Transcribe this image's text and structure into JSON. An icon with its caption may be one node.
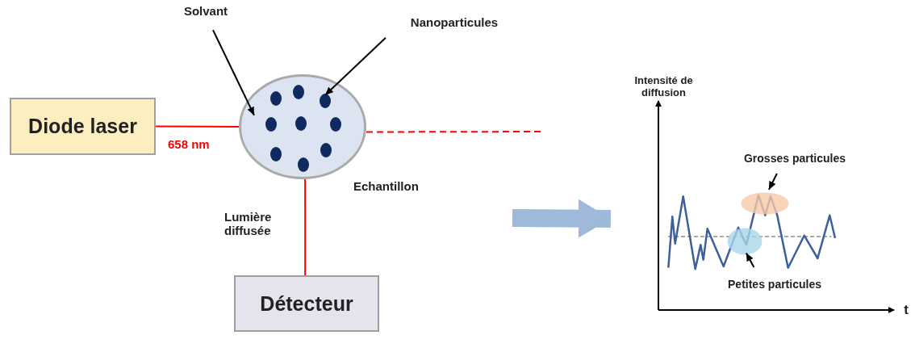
{
  "diagram": {
    "nodes": [
      {
        "text": [
          "Diode laser"
        ]
      },
      {
        "text": [],
        "shape": "ellipse",
        "beside": [
          "Echantillon"
        ]
      },
      {
        "text": [],
        "shape": "circle",
        "in": 1
      },
      {
        "text": [],
        "shape": "circle",
        "in": 1
      },
      {
        "text": [],
        "shape": "circle",
        "in": 1
      },
      {
        "text": [],
        "shape": "circle",
        "in": 1
      },
      {
        "text": [],
        "shape": "circle",
        "in": 1
      },
      {
        "text": [],
        "shape": "circle",
        "in": 1
      },
      {
        "text": [],
        "shape": "circle",
        "in": 1
      },
      {
        "text": [],
        "shape": "circle",
        "in": 1
      },
      {
        "text": [],
        "shape": "circle",
        "in": 1
      },
      {
        "text": [
          "Solvant"
        ]
      },
      {
        "text": [
          "Nanoparticules"
        ]
      },
      {
        "text": [
          "Détecteur"
        ]
      },
      {
        "text": [],
        "shape": "chart"
      },
      {
        "text": [
          "Grosses particules"
        ],
        "in": 14
      },
      {
        "text": [],
        "shape": "ellipse",
        "in": 14
      },
      {
        "text": [
          "Petites particules"
        ],
        "in": 14
      },
      {
        "text": [],
        "shape": "ellipse",
        "in": 14
      }
    ],
    "edges": [
      {
        "from": 0,
        "to": 1,
        "arrow": "none",
        "label": "658 nm",
        "color": "#ff0000"
      },
      {
        "from": 1,
        "to": null,
        "arrow": "none",
        "style": "dashed",
        "color": "#ff0000"
      },
      {
        "from": 1,
        "to": 13,
        "arrow": "none",
        "label": "Lumière diffusée",
        "color": "#ff0000"
      },
      {
        "from": 11,
        "to": 1,
        "arrow": "to"
      },
      {
        "from": 12,
        "to": 4,
        "arrow": "to"
      },
      {
        "from": null,
        "to": 14,
        "arrow": "to",
        "style": "thick",
        "color": "#9fb9da"
      },
      {
        "from": 15,
        "to": 16,
        "arrow": "to"
      },
      {
        "from": 17,
        "to": 18,
        "arrow": "to"
      }
    ],
    "labels": [
      "Intensité de diffusion",
      "t"
    ]
  }
}
